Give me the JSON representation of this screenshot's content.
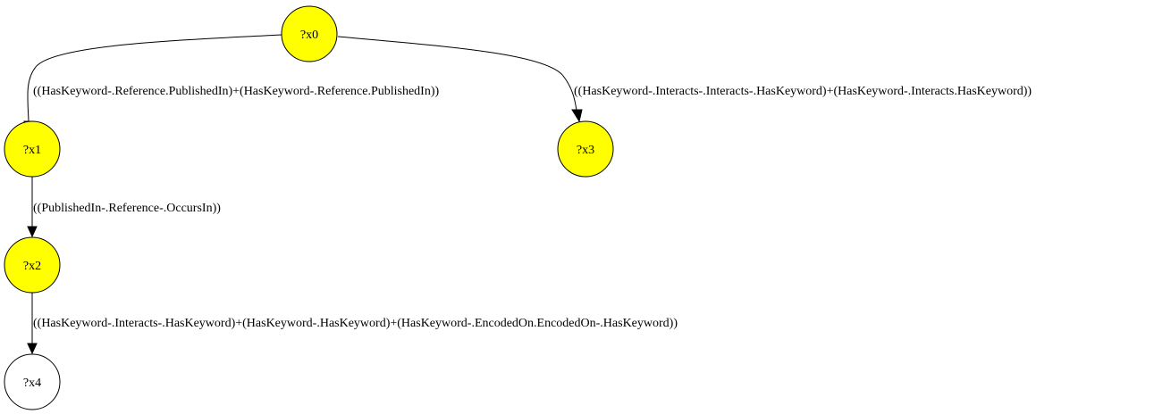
{
  "graph": {
    "colors": {
      "highlight": "#ffff00",
      "plain": "#ffffff",
      "stroke": "#000000"
    },
    "nodes": {
      "x0": {
        "label": "?x0",
        "highlighted": true
      },
      "x1": {
        "label": "?x1",
        "highlighted": true
      },
      "x2": {
        "label": "?x2",
        "highlighted": true
      },
      "x3": {
        "label": "?x3",
        "highlighted": true
      },
      "x4": {
        "label": "?x4",
        "highlighted": false
      }
    },
    "edges": {
      "x0_x1": {
        "from": "?x0",
        "to": "?x1",
        "label": "((HasKeyword-.Reference.PublishedIn)+(HasKeyword-.Reference.PublishedIn))"
      },
      "x0_x3": {
        "from": "?x0",
        "to": "?x3",
        "label": "((HasKeyword-.Interacts-.Interacts-.HasKeyword)+(HasKeyword-.Interacts.HasKeyword))"
      },
      "x1_x2": {
        "from": "?x1",
        "to": "?x2",
        "label": "((PublishedIn-.Reference-.OccursIn))"
      },
      "x2_x4": {
        "from": "?x2",
        "to": "?x4",
        "label": "((HasKeyword-.Interacts-.HasKeyword)+(HasKeyword-.HasKeyword)+(HasKeyword-.EncodedOn.EncodedOn-.HasKeyword))"
      }
    }
  }
}
